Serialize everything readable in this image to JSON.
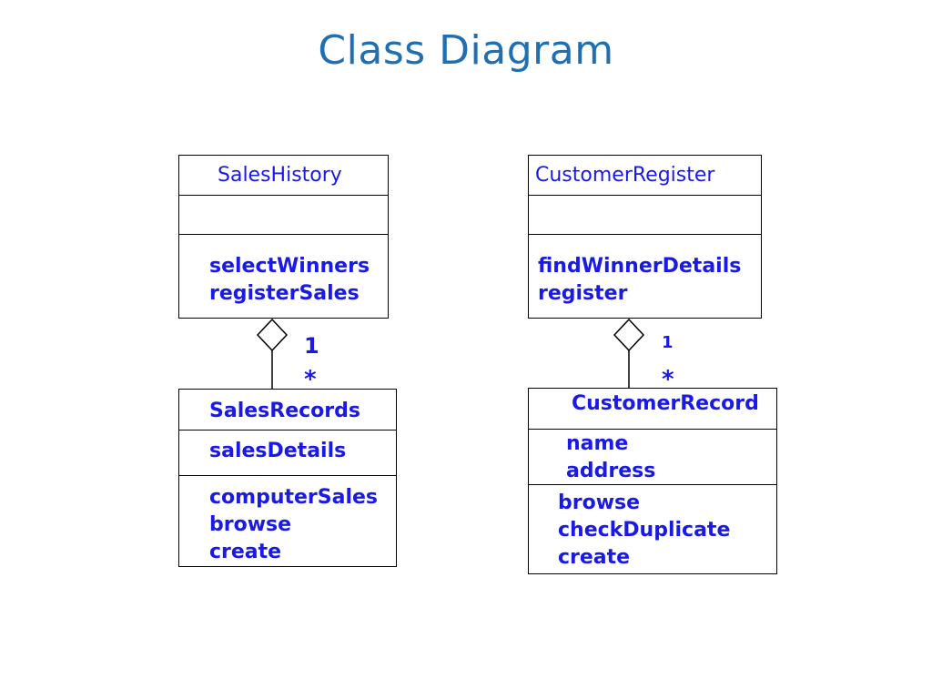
{
  "title": "Class Diagram",
  "classes": {
    "sales_history": {
      "name": "SalesHistory",
      "attributes": [],
      "operations": [
        "selectWinners",
        "registerSales"
      ]
    },
    "customer_register": {
      "name": "CustomerRegister",
      "attributes": [],
      "operations": [
        "findWinnerDetails",
        "register"
      ]
    },
    "sales_records": {
      "name": "SalesRecords",
      "attributes": [
        "salesDetails"
      ],
      "operations": [
        "computerSales",
        "browse",
        "create"
      ]
    },
    "customer_record": {
      "name": "CustomerRecord",
      "attributes": [
        "name",
        "address"
      ],
      "operations": [
        "browse",
        "checkDuplicate",
        "create"
      ]
    }
  },
  "associations": {
    "left": {
      "upper": "1",
      "lower": "*"
    },
    "right": {
      "upper": "1",
      "lower": "*"
    }
  },
  "colors": {
    "title": "#1f6fb2",
    "text": "#1a1ae6",
    "line": "#000000"
  }
}
